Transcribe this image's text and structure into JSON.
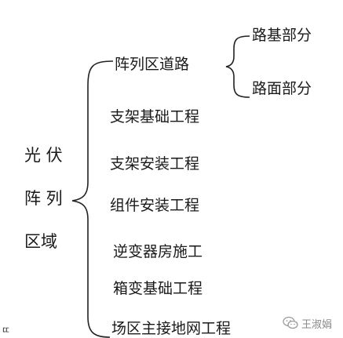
{
  "root": {
    "lines": [
      "光 伏",
      "阵 列",
      "区域"
    ]
  },
  "branches": [
    "阵列区道路",
    "支架基础工程",
    "支架安装工程",
    "组件安装工程",
    "逆变器房施工",
    "箱变基础工程",
    "场区主接地网工程"
  ],
  "sub_branches": [
    "路基部分",
    "路面部分"
  ],
  "watermark": {
    "text": "王淑娟",
    "icon": "wechat-icon"
  },
  "corner_mark": "ㄸ"
}
